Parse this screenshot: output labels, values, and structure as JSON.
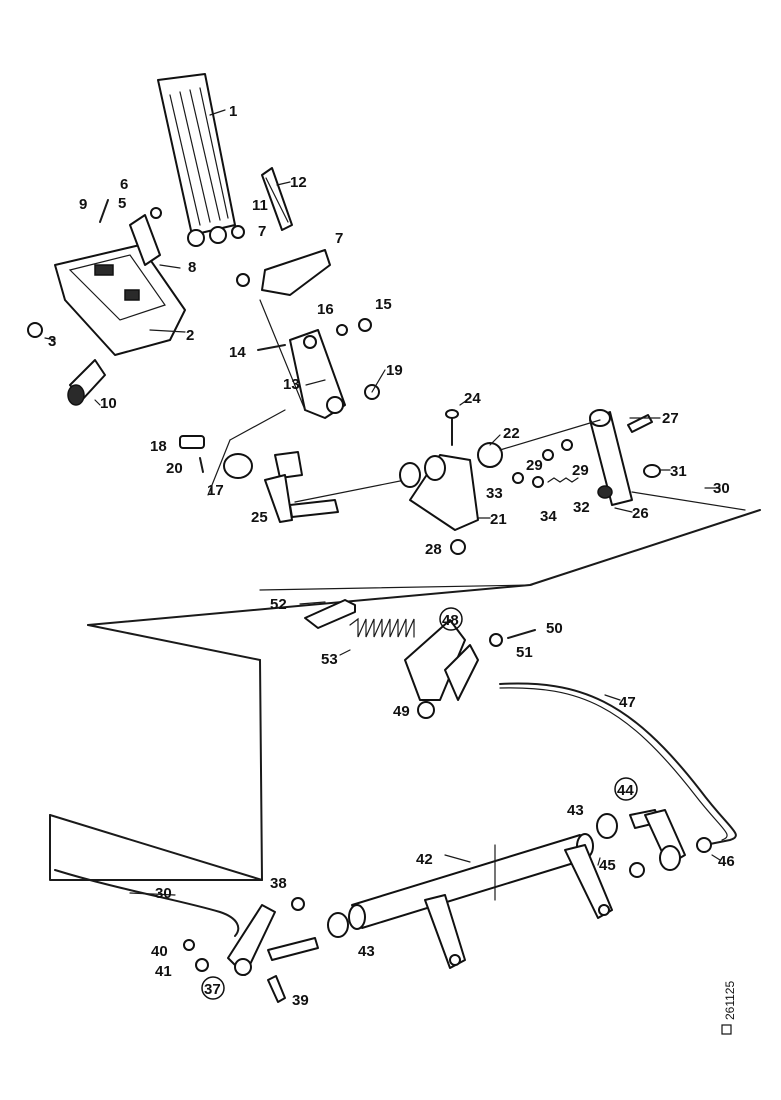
{
  "diagram": {
    "reference": "261125",
    "parts": [
      {
        "num": "1"
      },
      {
        "num": "2"
      },
      {
        "num": "3"
      },
      {
        "num": "5"
      },
      {
        "num": "6"
      },
      {
        "num": "7"
      },
      {
        "num": "8"
      },
      {
        "num": "9"
      },
      {
        "num": "10"
      },
      {
        "num": "11"
      },
      {
        "num": "12"
      },
      {
        "num": "13"
      },
      {
        "num": "14"
      },
      {
        "num": "15"
      },
      {
        "num": "16"
      },
      {
        "num": "17"
      },
      {
        "num": "18"
      },
      {
        "num": "19"
      },
      {
        "num": "20"
      },
      {
        "num": "21"
      },
      {
        "num": "22"
      },
      {
        "num": "24"
      },
      {
        "num": "25"
      },
      {
        "num": "26"
      },
      {
        "num": "27"
      },
      {
        "num": "28"
      },
      {
        "num": "29"
      },
      {
        "num": "29"
      },
      {
        "num": "30"
      },
      {
        "num": "31"
      },
      {
        "num": "32"
      },
      {
        "num": "33"
      },
      {
        "num": "34"
      },
      {
        "num": "37"
      },
      {
        "num": "38"
      },
      {
        "num": "39"
      },
      {
        "num": "40"
      },
      {
        "num": "41"
      },
      {
        "num": "42"
      },
      {
        "num": "43"
      },
      {
        "num": "43"
      },
      {
        "num": "44"
      },
      {
        "num": "45"
      },
      {
        "num": "46"
      },
      {
        "num": "47"
      },
      {
        "num": "48"
      },
      {
        "num": "49"
      },
      {
        "num": "50"
      },
      {
        "num": "51"
      },
      {
        "num": "52"
      },
      {
        "num": "53"
      },
      {
        "num": "30"
      },
      {
        "num": "7"
      }
    ]
  }
}
